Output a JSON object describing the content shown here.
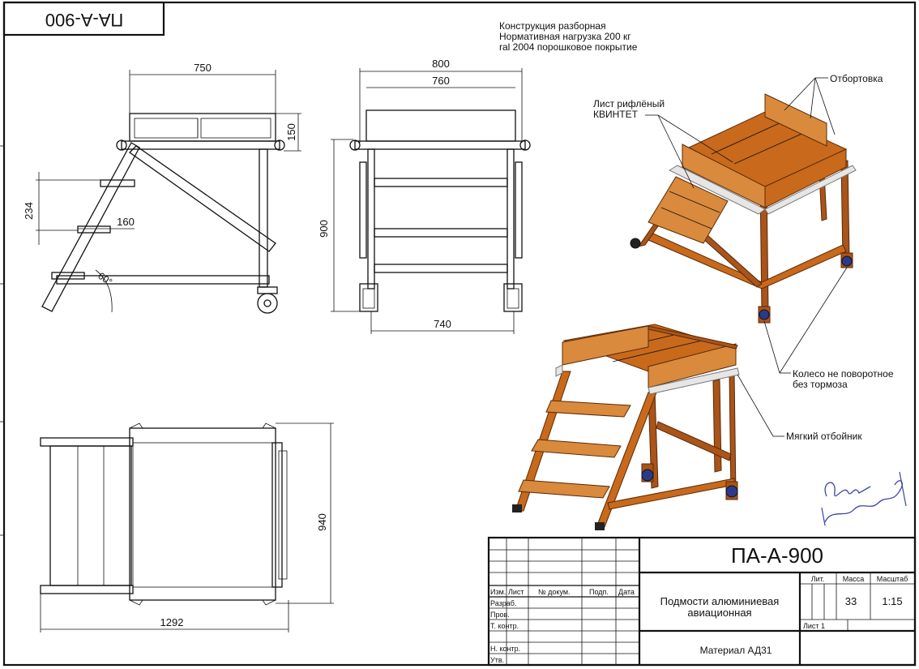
{
  "stamp_code": "ПА-А-900",
  "notes": [
    "Конструкция разборная",
    "Нормативная нагрузка 200 кг",
    "ral 2004 порошковое покрытие"
  ],
  "dimensions": {
    "side_width": "750",
    "rail_height": "150",
    "step_pitch": "234",
    "step_depth": "160",
    "angle": "60°",
    "front_outer": "800",
    "front_inner": "760",
    "height": "900",
    "base_width": "740",
    "plan_length": "1292",
    "plan_width": "940"
  },
  "callouts": {
    "sheet": "Лист рифлёный",
    "sheet2": "КВИНТЕТ",
    "flange": "Отбортовка",
    "wheel": "Колесо не поворотное",
    "wheel2": "без тормоза",
    "bumper": "Мягкий отбойник"
  },
  "title_block": {
    "code": "ПА-А-900",
    "name_line1": "Подмости алюминиевая",
    "name_line2": "авиационная",
    "material": "Материал АД31",
    "lit_label": "Лит.",
    "mass_label": "Масса",
    "scale_label": "Масштаб",
    "mass": "33",
    "scale": "1:15",
    "sheet": "Лист 1",
    "col_izm": "Изм.",
    "col_list": "Лист",
    "col_doc": "№ докум.",
    "col_sign": "Подп.",
    "col_date": "Дата",
    "row_razrab": "Разраб.",
    "row_prov": "Пров.",
    "row_tkontr": "Т. контр.",
    "row_nkontr": "Н. контр.",
    "row_utv": "Утв."
  }
}
